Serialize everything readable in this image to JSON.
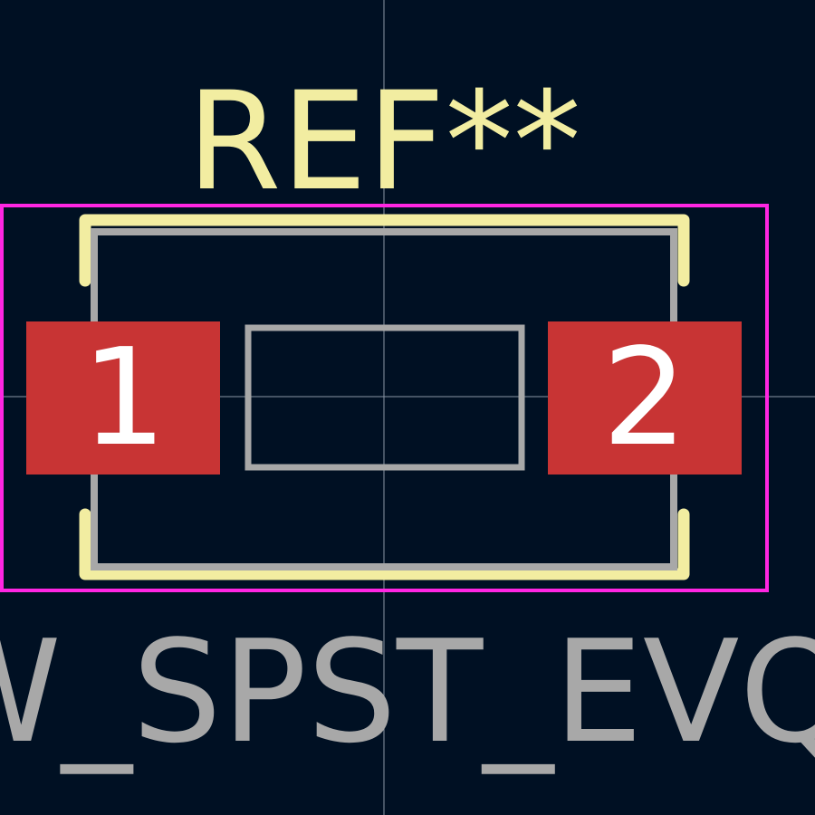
{
  "colors": {
    "background": "#001023",
    "crosshair": "#8a96a6",
    "courtyard": "#ff26e2",
    "silkscreen": "#f2eda1",
    "fabrication": "#a8a8a8",
    "pad": "#c83434",
    "pad_text": "#ffffff"
  },
  "footprint": {
    "reference": "REF**",
    "value": "SW_SPST_EVQP",
    "pads": [
      {
        "number": "1"
      },
      {
        "number": "2"
      }
    ]
  }
}
